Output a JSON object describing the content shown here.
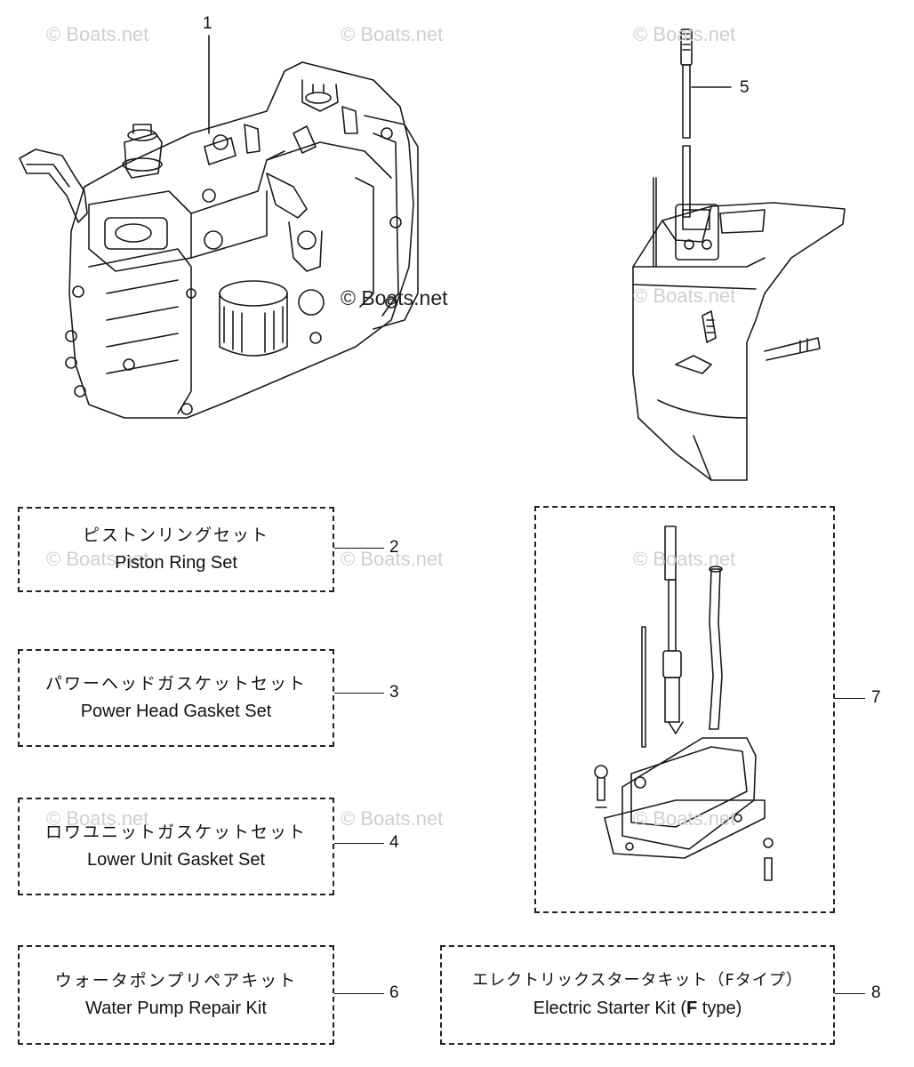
{
  "watermarks": {
    "small": "© Boats.net",
    "main": "© Boats.net"
  },
  "callouts": {
    "1": "1",
    "2": "2",
    "3": "3",
    "4": "4",
    "5": "5",
    "6": "6",
    "7": "7",
    "8": "8"
  },
  "kits": [
    {
      "ref": "2",
      "label_ja": "ピストンリングセット",
      "label_en": "Piston Ring Set"
    },
    {
      "ref": "3",
      "label_ja": "パワーヘッドガスケットセット",
      "label_en": "Power Head Gasket Set"
    },
    {
      "ref": "4",
      "label_ja": "ロワユニットガスケットセット",
      "label_en": "Lower Unit Gasket Set"
    },
    {
      "ref": "6",
      "label_ja": "ウォータポンプリペアキット",
      "label_en": "Water Pump Repair Kit"
    },
    {
      "ref": "8",
      "label_ja": "エレクトリックスタータキット（Fタイプ）",
      "label_en_pre": "Electric Starter Kit (",
      "label_en_bold": "F",
      "label_en_post": " type)"
    }
  ],
  "illustrations": {
    "part1": "power-head-assembly",
    "part5": "drive-shaft",
    "part_lower": "lower-unit-assembly",
    "part7": "water-pump-kit-assembly"
  }
}
